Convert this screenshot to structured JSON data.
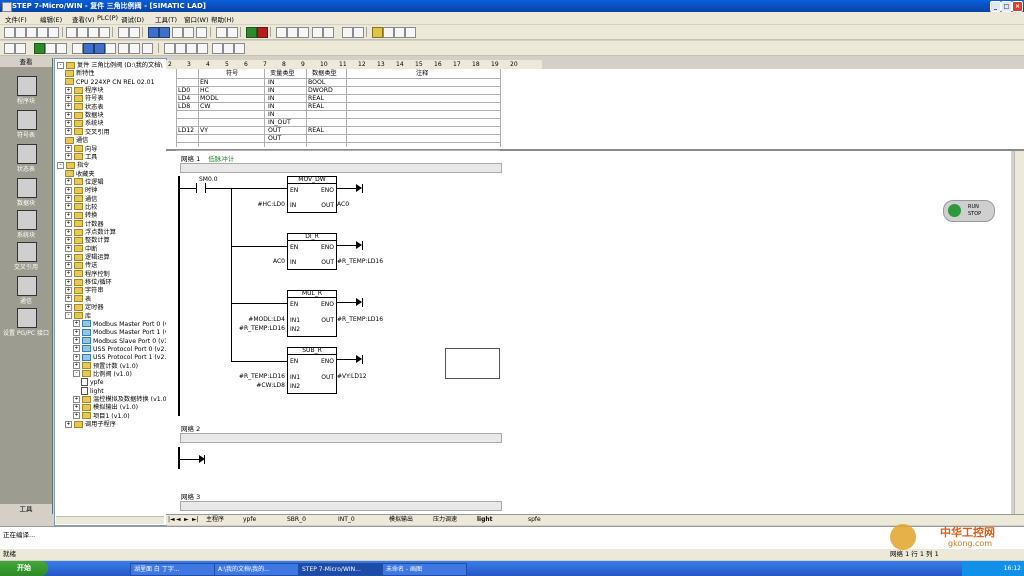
{
  "window": {
    "title": "STEP 7-Micro/WIN - 复件 三角比例阀 - [SIMATIC LAD]",
    "controls": {
      "minimize": "_",
      "maximize": "□",
      "close": "×"
    }
  },
  "menu": [
    "文件(F)",
    "编辑(E)",
    "查看(V)",
    "PLC(P)",
    "调试(D)",
    "工具(T)",
    "窗口(W)",
    "帮助(H)"
  ],
  "navbar": {
    "header": "查看",
    "footer": "工具",
    "items": [
      {
        "label": "程序块",
        "icon": "program-block-icon"
      },
      {
        "label": "符号表",
        "icon": "symbol-table-icon"
      },
      {
        "label": "状态表",
        "icon": "status-table-icon"
      },
      {
        "label": "数据块",
        "icon": "data-block-icon"
      },
      {
        "label": "系统块",
        "icon": "system-block-icon"
      },
      {
        "label": "交叉引用",
        "icon": "cross-reference-icon"
      },
      {
        "label": "通信",
        "icon": "communication-icon"
      },
      {
        "label": "设置 PG/PC 接口",
        "icon": "pgpc-interface-icon"
      }
    ]
  },
  "tree": [
    {
      "t": "复件 三角比例阀 (D:\\我的文档\\",
      "lvl": 0,
      "ex": "-",
      "k": "doc"
    },
    {
      "t": "新特性",
      "lvl": 1,
      "ex": "",
      "k": "f"
    },
    {
      "t": "CPU 224XP CN REL 02.01",
      "lvl": 1,
      "ex": "",
      "k": "f"
    },
    {
      "t": "程序块",
      "lvl": 1,
      "ex": "+",
      "k": "f"
    },
    {
      "t": "符号表",
      "lvl": 1,
      "ex": "+",
      "k": "f"
    },
    {
      "t": "状态表",
      "lvl": 1,
      "ex": "+",
      "k": "f"
    },
    {
      "t": "数据块",
      "lvl": 1,
      "ex": "+",
      "k": "f"
    },
    {
      "t": "系统块",
      "lvl": 1,
      "ex": "+",
      "k": "f"
    },
    {
      "t": "交叉引用",
      "lvl": 1,
      "ex": "+",
      "k": "f"
    },
    {
      "t": "通信",
      "lvl": 1,
      "ex": "",
      "k": "f"
    },
    {
      "t": "向导",
      "lvl": 1,
      "ex": "+",
      "k": "f"
    },
    {
      "t": "工具",
      "lvl": 1,
      "ex": "+",
      "k": "f"
    },
    {
      "t": "指令",
      "lvl": 0,
      "ex": "-",
      "k": "f"
    },
    {
      "t": "收藏夹",
      "lvl": 1,
      "ex": "",
      "k": "f"
    },
    {
      "t": "位逻辑",
      "lvl": 1,
      "ex": "+",
      "k": "f"
    },
    {
      "t": "时钟",
      "lvl": 1,
      "ex": "+",
      "k": "f"
    },
    {
      "t": "通信",
      "lvl": 1,
      "ex": "+",
      "k": "f"
    },
    {
      "t": "比较",
      "lvl": 1,
      "ex": "+",
      "k": "f"
    },
    {
      "t": "转换",
      "lvl": 1,
      "ex": "+",
      "k": "f"
    },
    {
      "t": "计数器",
      "lvl": 1,
      "ex": "+",
      "k": "f"
    },
    {
      "t": "浮点数计算",
      "lvl": 1,
      "ex": "+",
      "k": "f"
    },
    {
      "t": "整数计算",
      "lvl": 1,
      "ex": "+",
      "k": "f"
    },
    {
      "t": "中断",
      "lvl": 1,
      "ex": "+",
      "k": "f"
    },
    {
      "t": "逻辑运算",
      "lvl": 1,
      "ex": "+",
      "k": "f"
    },
    {
      "t": "传送",
      "lvl": 1,
      "ex": "+",
      "k": "f"
    },
    {
      "t": "程序控制",
      "lvl": 1,
      "ex": "+",
      "k": "f"
    },
    {
      "t": "移位/循环",
      "lvl": 1,
      "ex": "+",
      "k": "f"
    },
    {
      "t": "字符串",
      "lvl": 1,
      "ex": "+",
      "k": "f"
    },
    {
      "t": "表",
      "lvl": 1,
      "ex": "+",
      "k": "f"
    },
    {
      "t": "定时器",
      "lvl": 1,
      "ex": "+",
      "k": "f"
    },
    {
      "t": "库",
      "lvl": 1,
      "ex": "-",
      "k": "f"
    },
    {
      "t": "Modbus Master Port 0 (v1",
      "lvl": 2,
      "ex": "+",
      "k": "b"
    },
    {
      "t": "Modbus Master Port 1 (v1",
      "lvl": 2,
      "ex": "+",
      "k": "b"
    },
    {
      "t": "Modbus Slave Port 0 (v1.",
      "lvl": 2,
      "ex": "+",
      "k": "b"
    },
    {
      "t": "USS Protocol Port 0 (v2.3",
      "lvl": 2,
      "ex": "+",
      "k": "b"
    },
    {
      "t": "USS Protocol Port 1 (v2.3",
      "lvl": 2,
      "ex": "+",
      "k": "b"
    },
    {
      "t": "预置计数 (v1.0)",
      "lvl": 2,
      "ex": "+",
      "k": "f"
    },
    {
      "t": "比例阀 (v1.0)",
      "lvl": 2,
      "ex": "-",
      "k": "f"
    },
    {
      "t": "ypfe",
      "lvl": 3,
      "ex": "",
      "k": "d"
    },
    {
      "t": "light",
      "lvl": 3,
      "ex": "",
      "k": "d"
    },
    {
      "t": "温控模拟及数据转换 (v1.0",
      "lvl": 2,
      "ex": "+",
      "k": "f"
    },
    {
      "t": "模拟输出 (v1.0)",
      "lvl": 2,
      "ex": "+",
      "k": "f"
    },
    {
      "t": "项目1 (v1.0)",
      "lvl": 2,
      "ex": "+",
      "k": "f"
    },
    {
      "t": "调用子程序",
      "lvl": 1,
      "ex": "+",
      "k": "f"
    }
  ],
  "ruler": [
    "2",
    "3",
    "4",
    "5",
    "6",
    "7",
    "8",
    "9",
    "10",
    "11",
    "12",
    "13",
    "14",
    "15",
    "16",
    "17",
    "18",
    "19",
    "20"
  ],
  "vartable": {
    "headers": [
      "符号",
      "变量类型",
      "数据类型",
      "注释"
    ],
    "rows": [
      [
        "",
        "EN",
        "IN",
        "BOOL"
      ],
      [
        "LD0",
        "HC",
        "IN",
        "DWORD"
      ],
      [
        "LD4",
        "MODL",
        "IN",
        "REAL"
      ],
      [
        "LD8",
        "CW",
        "IN",
        "REAL"
      ],
      [
        "",
        "",
        "IN",
        ""
      ],
      [
        "",
        "",
        "IN_OUT",
        ""
      ],
      [
        "LD12",
        "VY",
        "OUT",
        "REAL"
      ],
      [
        "",
        "",
        "OUT",
        ""
      ]
    ]
  },
  "ladder": {
    "network1": {
      "title": "网络 1",
      "comment": "低脉冲计"
    },
    "contact": "SM0.0",
    "blocks": [
      {
        "name": "MOV_DW",
        "in": [
          "IN"
        ],
        "out": [
          "OUT"
        ],
        "in_vals": [
          "#HC:LD0"
        ],
        "out_vals": [
          "AC0"
        ]
      },
      {
        "name": "DI_R",
        "in": [
          "IN"
        ],
        "out": [
          "OUT"
        ],
        "in_vals": [
          "AC0"
        ],
        "out_vals": [
          "#R_TEMP:LD16"
        ]
      },
      {
        "name": "MUL_R",
        "in": [
          "IN1",
          "IN2"
        ],
        "out": [
          "OUT"
        ],
        "in_vals": [
          "#MODL:LD4",
          "#R_TEMP:LD16"
        ],
        "out_vals": [
          "#R_TEMP:LD16"
        ]
      },
      {
        "name": "SUB_R",
        "in": [
          "IN1",
          "IN2"
        ],
        "out": [
          "OUT"
        ],
        "in_vals": [
          "#R_TEMP:LD16",
          "#CW:LD8"
        ],
        "out_vals": [
          "#VY:LD12"
        ]
      }
    ],
    "en": "EN",
    "eno": "ENO",
    "network2": {
      "title": "网络 2"
    },
    "network3": {
      "title": "网络 3"
    }
  },
  "tabs": [
    "主程序",
    "ypfe",
    "SBR_0",
    "INT_0",
    "模拟输出",
    "压力调速",
    "light",
    "spfe"
  ],
  "runstop": {
    "run": "RUN",
    "stop": "STOP"
  },
  "output": {
    "text": "正在编译..."
  },
  "statusbar": {
    "left": "就绪",
    "right": "网络 1   行 1   列 1"
  },
  "taskbar": {
    "start": "开始",
    "tasks": [
      "湖里面 白 丁字...",
      "A:\\我的文档\\我的...",
      "STEP 7-Micro/WIN...",
      "未命名 - 画图"
    ],
    "clock": "16:12"
  },
  "watermark": {
    "cn": "中华工控网",
    "url": "gkong.com"
  }
}
